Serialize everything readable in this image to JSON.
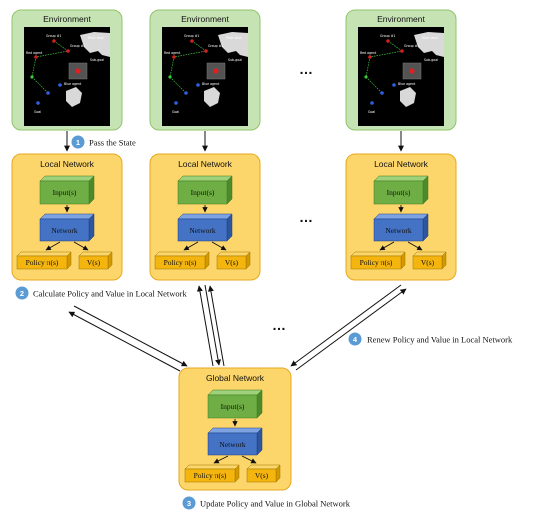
{
  "environment": {
    "title": "Environment",
    "map_labels": {
      "main_land": "Main land",
      "group_1": "Group #1",
      "group_2": "Group #2",
      "red_agent": "Red agent",
      "sub_goal": "Sub-goal",
      "blue_agent": "Blue agent",
      "goal": "Goal"
    }
  },
  "local_network": {
    "title": "Local Network",
    "input_label": "Input(s)",
    "network_label": "Network",
    "policy_label": "Policy π(s)",
    "value_label": "V(s)"
  },
  "global_network": {
    "title": "Global Network",
    "input_label": "Input(s)",
    "network_label": "Network",
    "policy_label": "Policy π(s)",
    "value_label": "V(s)"
  },
  "steps": [
    {
      "number": "1",
      "text": "Pass the State"
    },
    {
      "number": "2",
      "text": "Calculate Policy and Value in Local Network"
    },
    {
      "number": "3",
      "text": "Update Policy and Value in Global Network"
    },
    {
      "number": "4",
      "text": "Renew Policy and Value in Local Network"
    }
  ],
  "ellipsis": "…",
  "colors": {
    "env_fill": "#c6e3b4",
    "env_border": "#8fc46a",
    "net_fill": "#fcd66a",
    "net_border": "#e7a81e",
    "input_front": "#6fae45",
    "network_front": "#4472c4",
    "output_front": "#f5b50f",
    "step_circle": "#5b9bd5"
  }
}
